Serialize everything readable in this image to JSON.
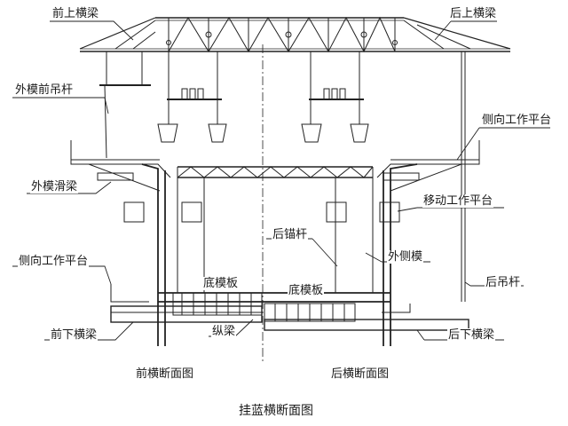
{
  "labels": {
    "front_top_beam": "前上横梁",
    "rear_top_beam": "后上横梁",
    "outer_form_front_hanger": "外模前吊杆",
    "side_platform_right": "侧向工作平台",
    "outer_form_slide_beam": "外模滑梁",
    "mobile_platform": "移动工作平台",
    "rear_anchor_rod": "后锚杆",
    "outer_side_form": "外侧模",
    "side_platform_left": "侧向工作平台",
    "bottom_form_left": "底模板",
    "bottom_form_right": "底模板",
    "rear_hanger": "后吊杆",
    "front_bottom_beam": "前下横梁",
    "longitudinal_beam": "纵梁",
    "rear_bottom_beam": "后下横梁"
  },
  "captions": {
    "front_section": "前横断面图",
    "rear_section": "后横断面图",
    "title": "挂蓝横断面图"
  }
}
